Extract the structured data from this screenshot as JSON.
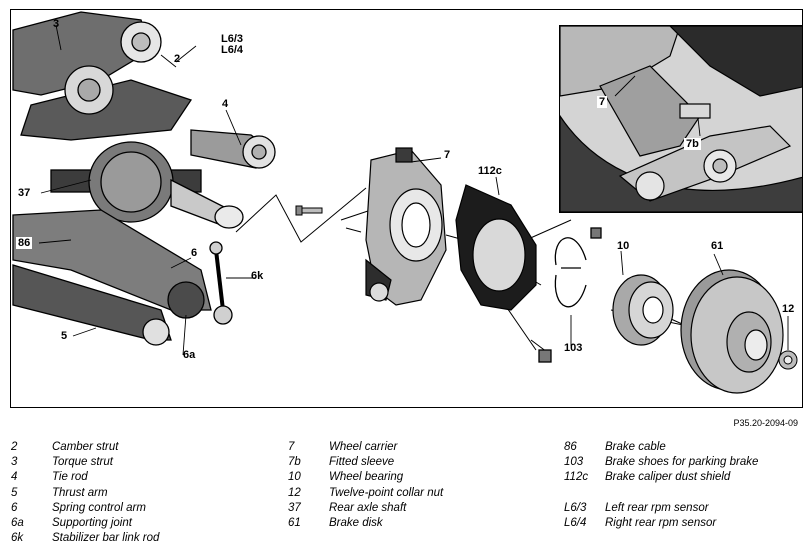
{
  "figure_ref": "P35.20-2094-09",
  "callouts": {
    "c3": "3",
    "c2": "2",
    "cL63": "L6/3",
    "cL64": "L6/4",
    "c4": "4",
    "c37": "37",
    "c86": "86",
    "c6": "6",
    "c6k": "6k",
    "c5": "5",
    "c6a": "6a",
    "c7": "7",
    "c112c": "112c",
    "c103": "103",
    "c10": "10",
    "c61": "61",
    "c12": "12",
    "i7": "7",
    "i7b": "7b"
  },
  "legend": {
    "col1": [
      {
        "code": "2",
        "text": "Camber strut"
      },
      {
        "code": "3",
        "text": "Torque strut"
      },
      {
        "code": "4",
        "text": "Tie rod"
      },
      {
        "code": "5",
        "text": "Thrust arm"
      },
      {
        "code": "6",
        "text": "Spring control arm"
      },
      {
        "code": "6a",
        "text": "Supporting joint"
      },
      {
        "code": "6k",
        "text": "Stabilizer bar link rod"
      }
    ],
    "col2": [
      {
        "code": "7",
        "text": "Wheel carrier"
      },
      {
        "code": "7b",
        "text": "Fitted sleeve"
      },
      {
        "code": "10",
        "text": "Wheel bearing"
      },
      {
        "code": "12",
        "text": "Twelve-point collar nut"
      },
      {
        "code": "37",
        "text": "Rear axle shaft"
      },
      {
        "code": "61",
        "text": "Brake disk"
      }
    ],
    "col3": [
      {
        "code": "86",
        "text": "Brake cable"
      },
      {
        "code": "103",
        "text": "Brake shoes for parking brake"
      },
      {
        "code": "112c",
        "text": "Brake caliper dust shield"
      },
      {
        "code": "",
        "text": ""
      },
      {
        "code": "L6/3",
        "text": "Left rear rpm sensor"
      },
      {
        "code": "L6/4",
        "text": "Right rear rpm sensor"
      }
    ]
  }
}
